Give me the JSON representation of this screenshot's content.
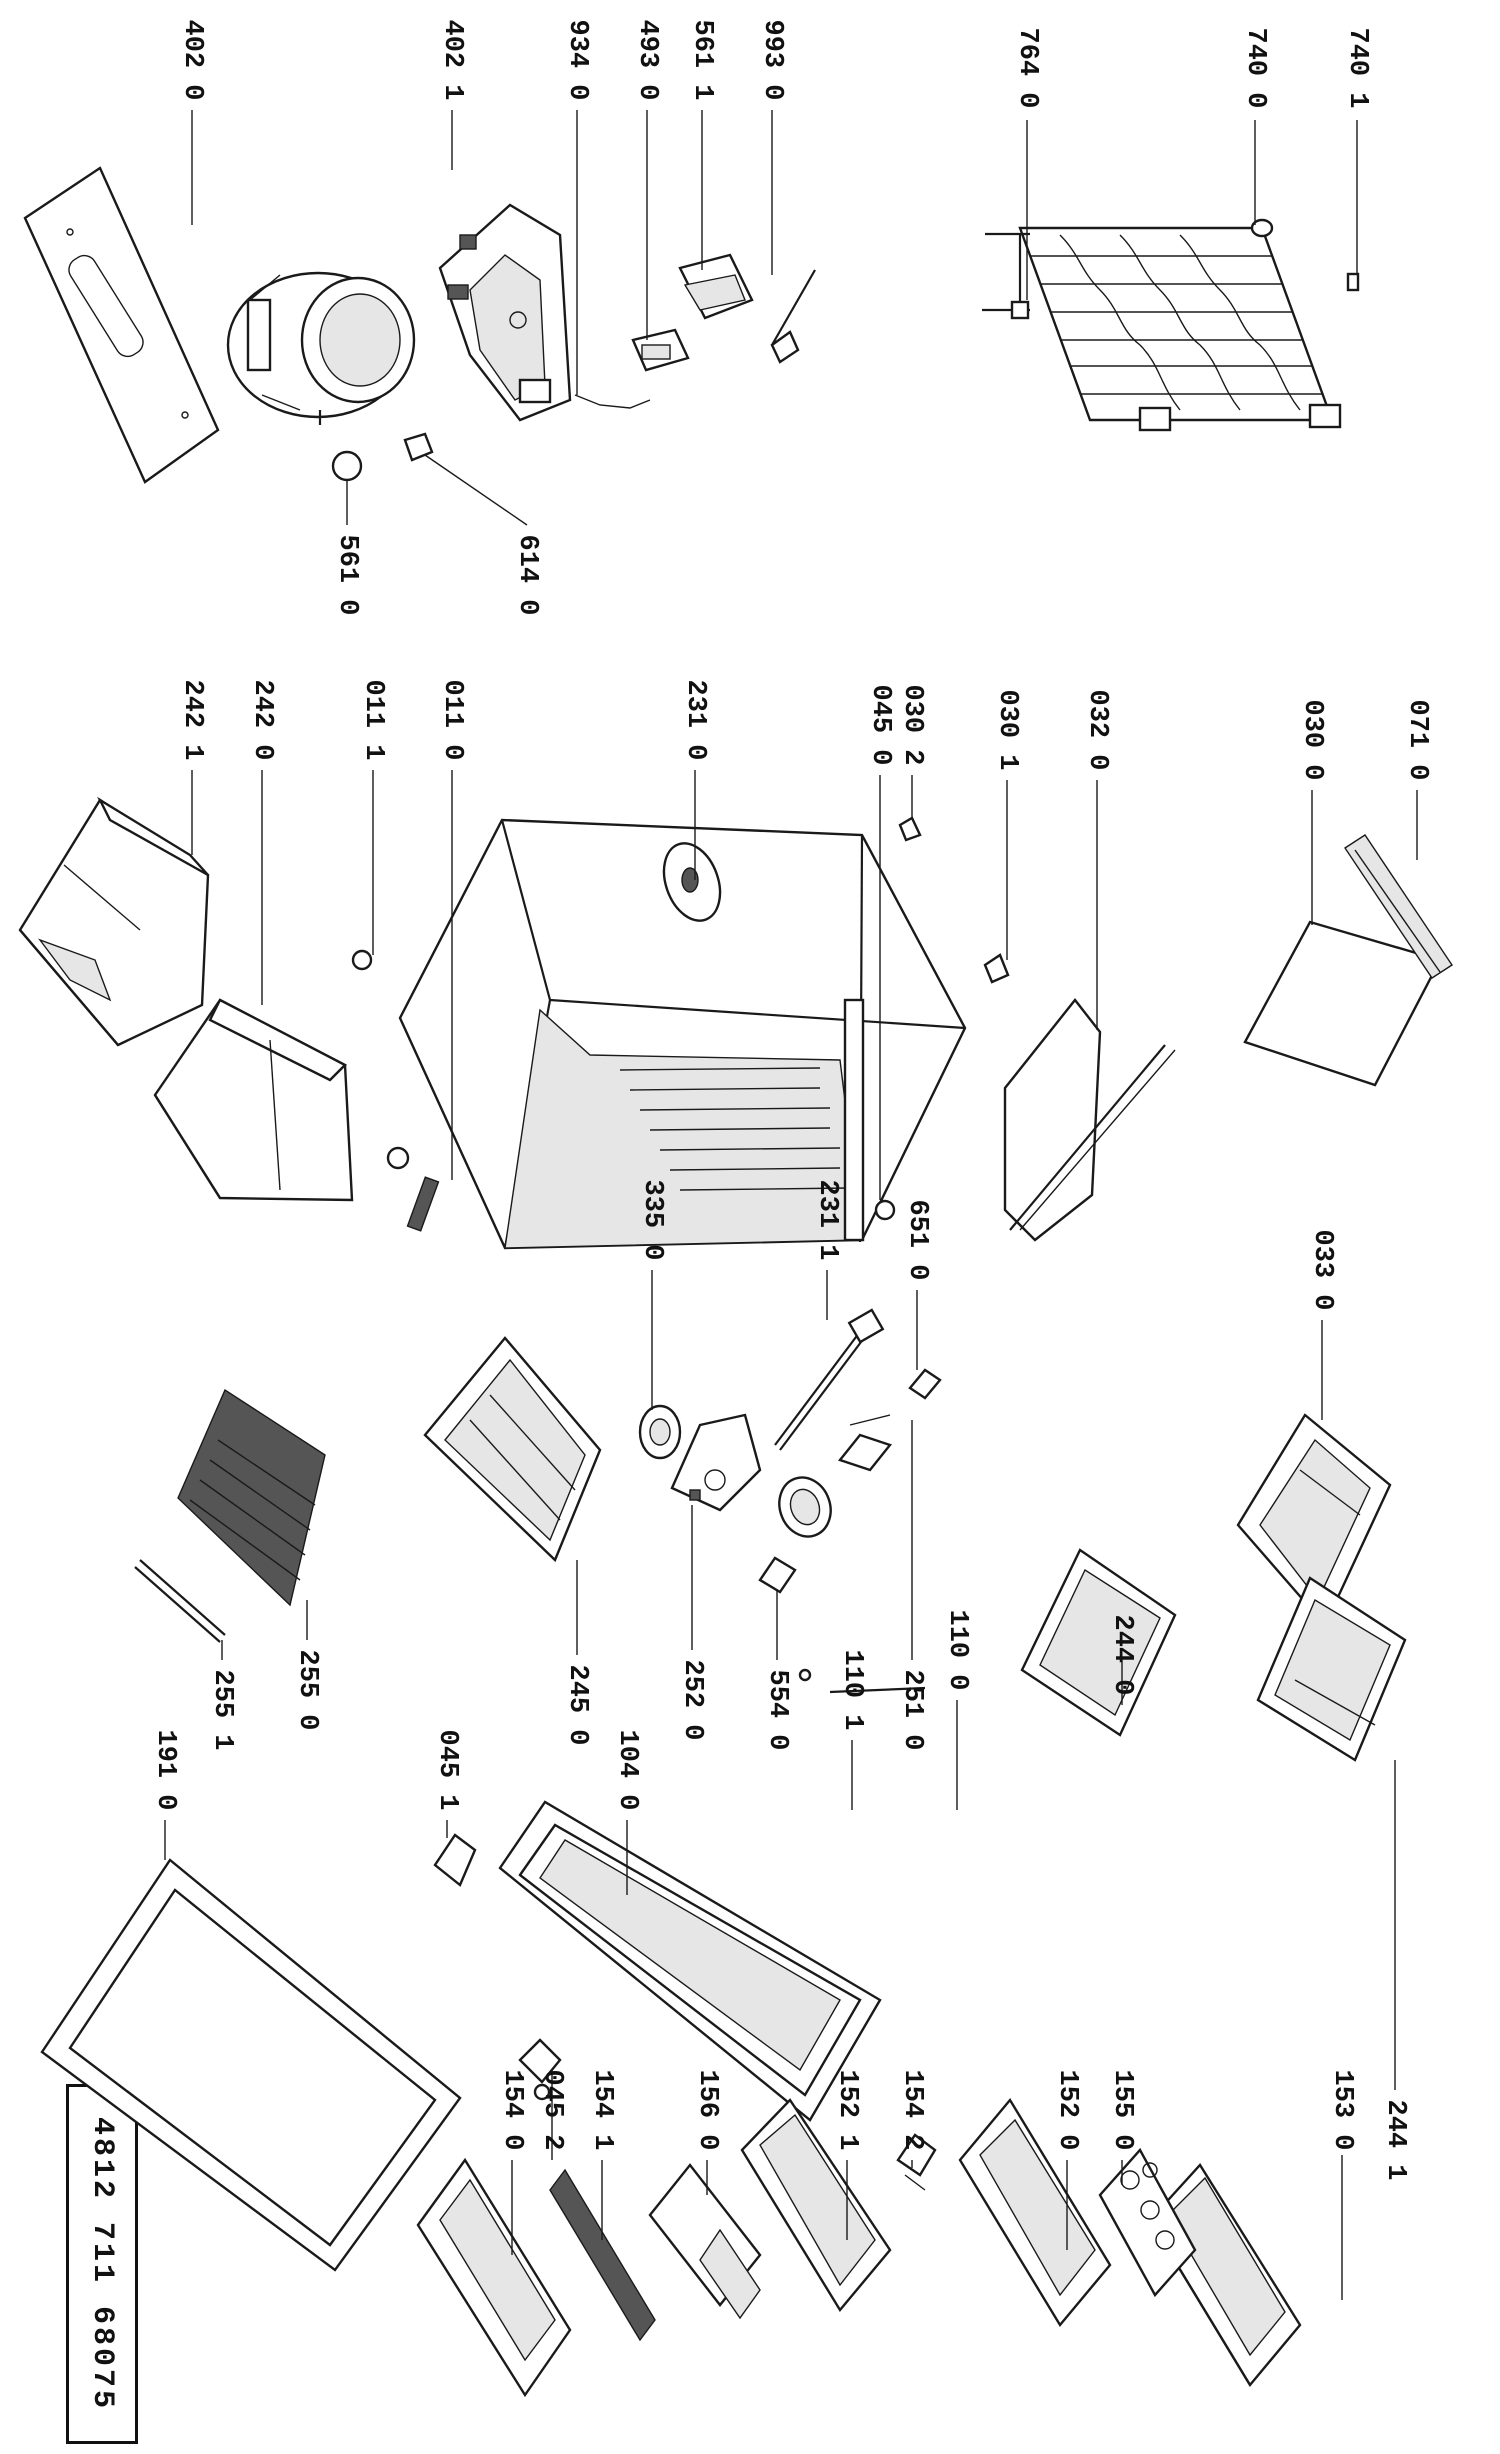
{
  "document_number": "4812  711  68075",
  "part_labels": {
    "p4020": "402 0",
    "p4021": "402 1",
    "p9340": "934 0",
    "p4930": "493 0",
    "p5611": "561 1",
    "p9930": "993 0",
    "p7640": "764 0",
    "p7400": "740 0",
    "p7401": "740 1",
    "p5610": "561 0",
    "p6140": "614 0",
    "p2421": "242 1",
    "p2420": "242 0",
    "p0111": "011 1",
    "p0110": "011 0",
    "p2310": "231 0",
    "p0450": "045 0",
    "p0302": "030 2",
    "p0301": "030 1",
    "p0320": "032 0",
    "p0300": "030 0",
    "p0710": "071 0",
    "p3350": "335 0",
    "p2311": "231 1",
    "p6510": "651 0",
    "p0330": "033 0",
    "p2550": "255 0",
    "p2551": "255 1",
    "p1910": "191 0",
    "p0451": "045 1",
    "p2450": "245 0",
    "p1040": "104 0",
    "p2520": "252 0",
    "p5540": "554 0",
    "p1101": "110 1",
    "p2510": "251 0",
    "p1100": "110 0",
    "p2440": "244 0",
    "p2441": "244 1",
    "p1530": "153 0",
    "p1550": "155 0",
    "p1520": "152 0",
    "p1542": "154 2",
    "p1521": "152 1",
    "p1560": "156 0",
    "p1541": "154 1",
    "p0452": "045 2",
    "p1540": "154 0"
  }
}
